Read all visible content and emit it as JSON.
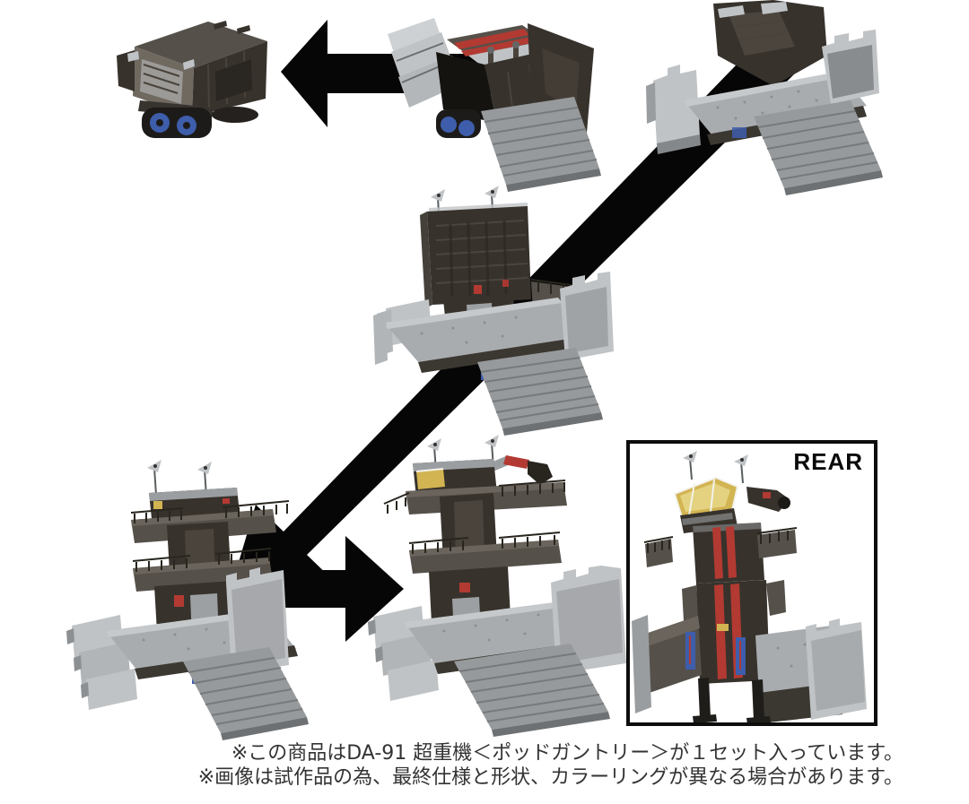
{
  "rear_inset": {
    "label": "REAR"
  },
  "caption": {
    "line1": "※この商品はDA-91 超重機＜ポッドガントリー＞が１セット入っています。",
    "line2": "※画像は試作品の為、最終仕様と形状、カラーリングが異なる場合があります。"
  },
  "icons": {
    "arrow_left_icon": "◀",
    "arrow_down_left_icon": "◣",
    "arrow_right_icon": "▶"
  },
  "colors": {
    "background": "#ffffff",
    "arrow_black": "#060606",
    "body_dark": "#37322c",
    "body_mid": "#55504a",
    "body_light": "#6f6960",
    "panel_silver": "#c0c3c5",
    "deck_gray": "#a9acaf",
    "ramp_gray": "#979a9c",
    "tread_blue": "#3e5dab",
    "accent_red": "#b23a32",
    "canopy_yellow": "#d2b452",
    "rail_dark": "#29261f",
    "text_dark": "#333333",
    "border_black": "#0d0d0d"
  }
}
